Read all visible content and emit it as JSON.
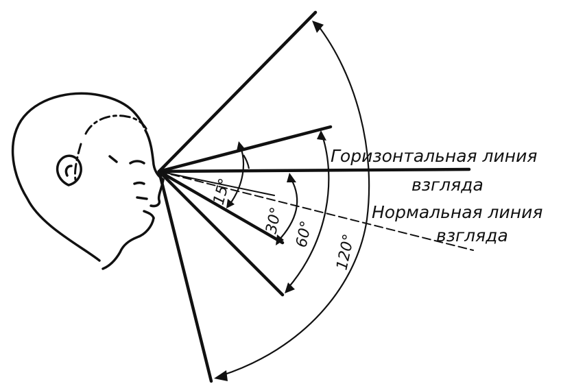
{
  "labels": {
    "horizontal_line_1": "Горизонтальная линия",
    "horizontal_line_2": "взгляда",
    "normal_line_1": "Нормальная линия",
    "normal_line_2": "взгляда"
  },
  "angles": {
    "a15": "15°",
    "a30": "30°",
    "a60": "60°",
    "a120": "120°"
  }
}
